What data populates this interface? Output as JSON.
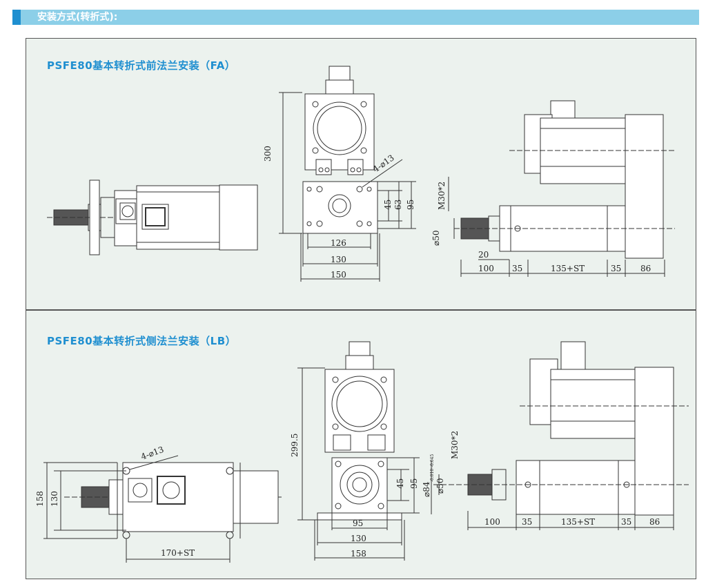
{
  "header": {
    "title": "安装方式(转折式):",
    "colors": {
      "bar": "#8ccfe8",
      "marker": "#1f8fd0",
      "accent": "#1f8fd0",
      "panel": "#ecf2ee"
    }
  },
  "sections": [
    {
      "title": "PSFE80基本转折式前法兰安装（FA）",
      "hole_note": "4-⌀13",
      "dims": {
        "d300": "300",
        "d45": "45",
        "d63": "63",
        "d95": "95",
        "d126": "126",
        "d130": "130",
        "d150": "150",
        "thread": "M30*2",
        "dia50": "⌀50",
        "d20": "20",
        "d100": "100",
        "d35a": "35",
        "d135": "135+ST",
        "d35b": "35",
        "d86": "86"
      }
    },
    {
      "title": "PSFE80基本转折式侧法兰安装（LB）",
      "hole_note": "4-⌀13",
      "dims": {
        "d158v": "158",
        "d130v": "130",
        "d170": "170+ST",
        "d2995": "299.5",
        "d45": "45",
        "d95v": "95",
        "d95": "95",
        "d130": "130",
        "d158": "158",
        "thread": "M30*2",
        "dia84": "⌀84",
        "dia84_tol": "-0.010 -0.045",
        "dia50": "⌀50",
        "d100": "100",
        "d35a": "35",
        "d135": "135+ST",
        "d35b": "35",
        "d86": "86"
      }
    }
  ]
}
